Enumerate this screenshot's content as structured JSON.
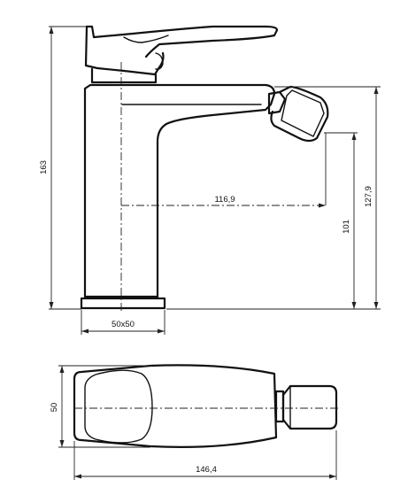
{
  "dimensions": {
    "height_total": "163",
    "spout_height": "127,9",
    "outlet_height": "101",
    "spout_reach": "116,9",
    "base_size": "50x50",
    "body_width": "50",
    "length_total": "146,4"
  }
}
